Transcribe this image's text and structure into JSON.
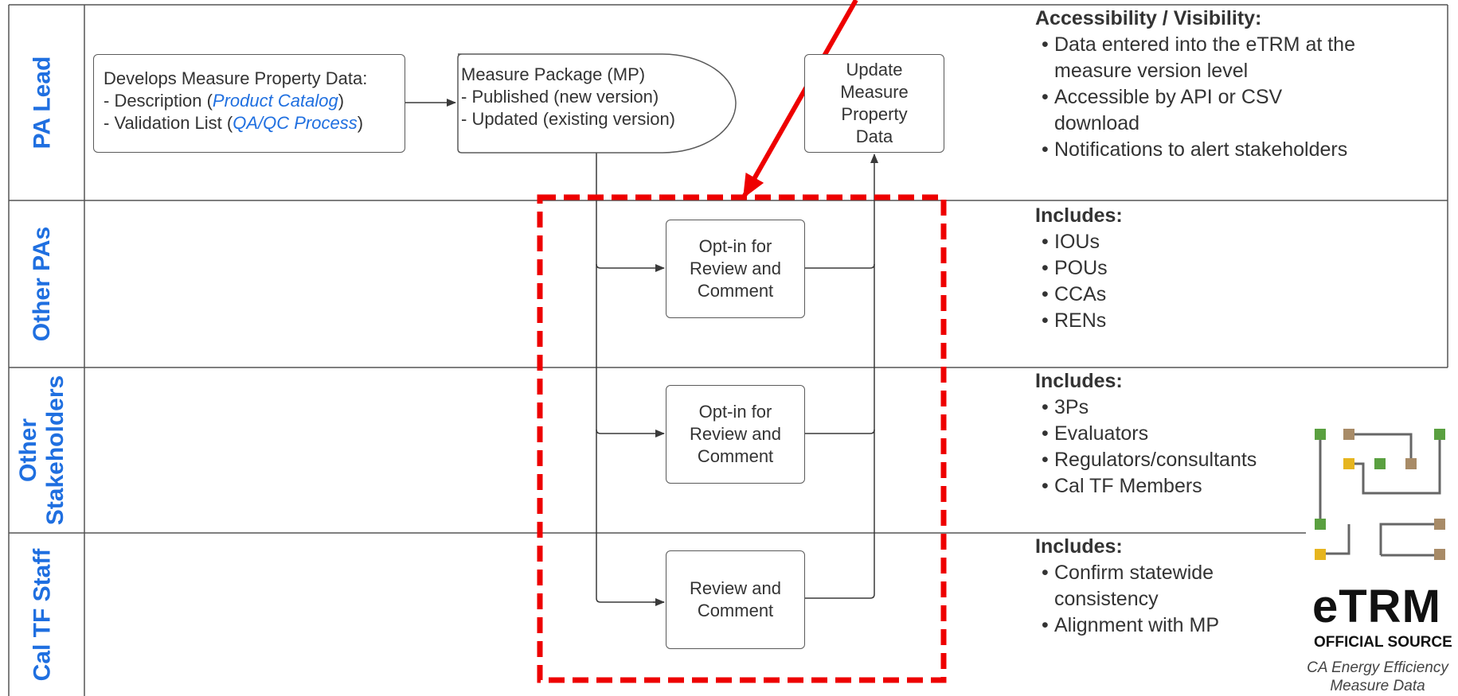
{
  "lanes": [
    {
      "label_lines": [
        "PA Lead"
      ]
    },
    {
      "label_lines": [
        "Other PAs"
      ]
    },
    {
      "label_lines": [
        "Other",
        "Stakeholders"
      ]
    },
    {
      "label_lines": [
        "Cal TF Staff"
      ]
    }
  ],
  "boxes": {
    "develops": {
      "line1": "Develops Measure Property Data:",
      "line2_prefix": "- Description (",
      "line2_link": "Product Catalog",
      "line2_suffix": ")",
      "line3_prefix": "- Validation List (",
      "line3_link": "QA/QC Process",
      "line3_suffix": ")"
    },
    "measure_package": {
      "line1": "Measure Package (MP)",
      "line2": "- Published (new version)",
      "line3": "- Updated (existing version)"
    },
    "update": {
      "lines": [
        "Update",
        "Measure",
        "Property",
        "Data"
      ]
    },
    "optin_pas": {
      "lines": [
        "Opt-in for",
        "Review and",
        "Comment"
      ]
    },
    "optin_stakeholders": {
      "lines": [
        "Opt-in for",
        "Review and",
        "Comment"
      ]
    },
    "review_caltf": {
      "lines": [
        "Review and",
        "Comment"
      ]
    }
  },
  "notes": {
    "pa_lead": {
      "heading": "Accessibility / Visibility:",
      "items": [
        "Data entered into the eTRM at the",
        "measure version level",
        "Accessible by API or CSV",
        "download",
        "Notifications to alert stakeholders"
      ]
    },
    "other_pas": {
      "heading": "Includes:",
      "items": [
        "IOUs",
        "POUs",
        "CCAs",
        "RENs"
      ]
    },
    "other_stakeholders": {
      "heading": "Includes:",
      "items": [
        "3Ps",
        "Evaluators",
        "Regulators/consultants",
        "Cal TF Members"
      ]
    },
    "cal_tf_staff": {
      "heading": "Includes:",
      "items": [
        "Confirm statewide",
        "consistency",
        "Alignment with MP"
      ]
    }
  },
  "logo": {
    "wordmark": "eTRM",
    "subtitle": "OFFICIAL SOURCE",
    "tagline_line1": "CA Energy Efficiency",
    "tagline_line2": "Measure Data"
  },
  "colors": {
    "lane_label": "#1f6fe0",
    "highlight": "#ee0000",
    "link": "#1f6fe0",
    "logo_green": "#5aa040",
    "logo_tan": "#a88b67",
    "logo_yellow": "#e6b51f",
    "logo_gray": "#666666"
  }
}
